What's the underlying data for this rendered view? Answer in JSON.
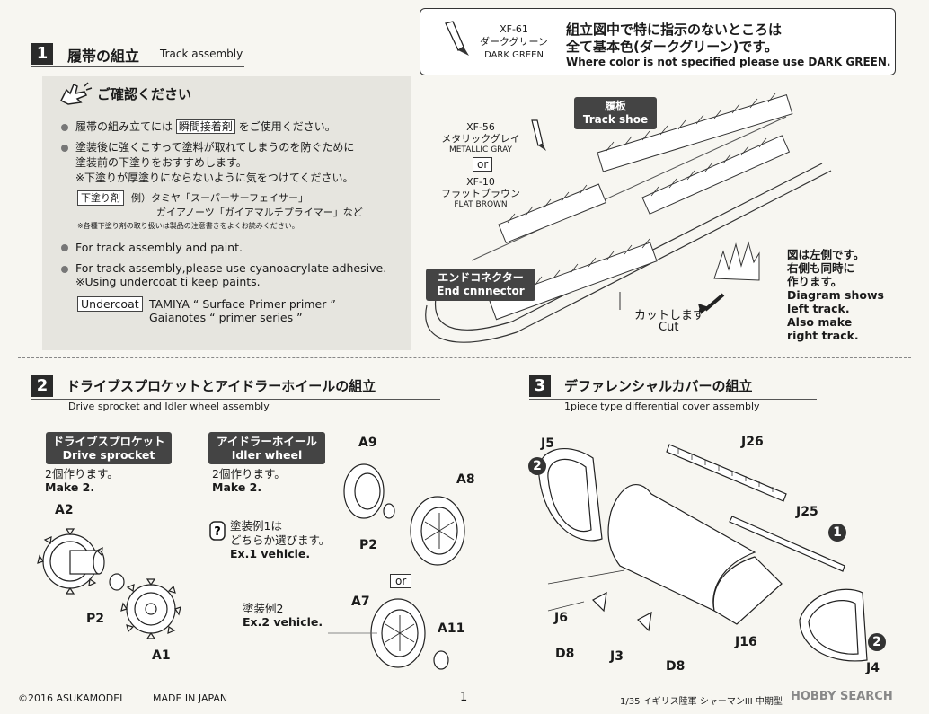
{
  "color_note": {
    "code": "XF-61",
    "jp_name": "ダークグリーン",
    "en_name": "DARK GREEN",
    "jp_line1": "組立図中で特に指示のないところは",
    "jp_line2": "全て基本色(ダークグリーン)です。",
    "en_text": "Where color is not specified please use DARK GREEN."
  },
  "step1": {
    "number": "1",
    "title_jp": "履帯の組立",
    "title_en": "Track assembly",
    "confirm_title": "ご確認ください",
    "notes_jp": [
      "履帯の組み立てには",
      "瞬間接着剤",
      "をご使用ください。",
      "塗装後に強くこすって塗料が取れてしまうのを防ぐために",
      "塗装前の下塗りをおすすめします。",
      "※下塗りが厚塗りにならないように気をつけてください。"
    ],
    "undercoat_tag_jp": "下塗り剤",
    "undercoat_jp_1": "例）タミヤ「スーパーサーフェイサー」",
    "undercoat_jp_2": "ガイアノーツ「ガイアマルチプライマー」など",
    "undercoat_jp_3": "※各種下塗り剤の取り扱いは製品の注意書きをよくお読みください。",
    "notes_en_1": "For track assembly and paint.",
    "notes_en_2": "For track assembly,please use cyanoacrylate adhesive.",
    "notes_en_3": "※Using undercoat ti keep paints.",
    "undercoat_tag_en": "Undercoat",
    "undercoat_en_1": "TAMIYA “ Surface Primer primer ”",
    "undercoat_en_2": "Gaianotes “ primer series ”",
    "paint1_code": "XF-56",
    "paint1_jp": "メタリックグレイ",
    "paint1_en": "METALLIC GRAY",
    "or": "or",
    "paint2_code": "XF-10",
    "paint2_jp": "フラットブラウン",
    "paint2_en": "FLAT BROWN",
    "track_shoe_jp": "履板",
    "track_shoe_en": "Track shoe",
    "end_connector_jp": "エンドコネクター",
    "end_connector_en": "End cnnnector",
    "cut_jp": "カットします",
    "cut_en": "Cut",
    "diagram_note_jp": [
      "図は左側です。",
      "右側も同時に",
      "作ります。"
    ],
    "diagram_note_en": [
      "Diagram shows",
      "left track.",
      "Also make",
      "right track."
    ]
  },
  "step2": {
    "number": "2",
    "title_jp": "ドライブスプロケットとアイドラーホイールの組立",
    "title_en": "Drive sprocket and Idler wheel assembly",
    "drive_jp": "ドライブスプロケット",
    "drive_en": "Drive sprocket",
    "make2_jp": "2個作ります。",
    "make2_en": "Make 2.",
    "idler_jp": "アイドラーホイール",
    "idler_en": "Idler wheel",
    "idler_make2_jp": "2個作ります。",
    "idler_make2_en": "Make 2.",
    "ex1_jp_1": "塗装例1は",
    "ex1_jp_2": "どちらか選びます。",
    "ex1_en": "Ex.1 vehicle.",
    "ex2_jp": "塗装例2",
    "ex2_en": "Ex.2 vehicle.",
    "or": "or",
    "parts": {
      "a2": "A2",
      "p2a": "P2",
      "a1": "A1",
      "a9": "A9",
      "a8": "A8",
      "p2b": "P2",
      "a7": "A7",
      "a11": "A11"
    }
  },
  "step3": {
    "number": "3",
    "title_jp": "デファレンシャルカバーの組立",
    "title_en": "1piece type differential cover assembly",
    "parts": {
      "j5": "J5",
      "j26": "J26",
      "j25": "J25",
      "j6": "J6",
      "d8a": "D8",
      "j3": "J3",
      "d8b": "D8",
      "j16": "J16",
      "j4": "J4"
    },
    "sub_num_2a": "2",
    "sub_num_1": "1",
    "sub_num_2b": "2"
  },
  "footer": {
    "copyright": "©2016 ASUKAMODEL",
    "made_in": "MADE IN JAPAN",
    "page": "1",
    "product": "1/35 イギリス陸軍 シャーマンIII 中期型",
    "watermark": "HOBBY SEARCH"
  }
}
